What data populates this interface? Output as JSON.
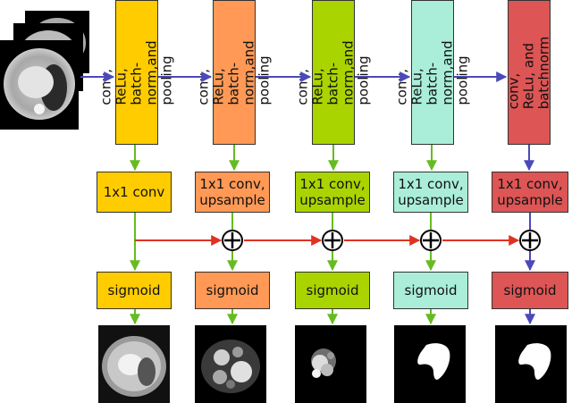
{
  "encoder_blocks": [
    {
      "label": "conv, ReLu, batch-\nnorm,and pooling",
      "color": "#ffcc00"
    },
    {
      "label": "conv, ReLu, batch-\nnorm,and pooling",
      "color": "#ff9955"
    },
    {
      "label": "conv, ReLu, batch-\nnorm,and pooling",
      "color": "#aad400"
    },
    {
      "label": "conv, ReLu, batch-\nnorm,and pooling",
      "color": "#aaeeda"
    },
    {
      "label": "conv, ReLu, and\nbatchnorm",
      "color": "#dd5555"
    }
  ],
  "conv_blocks": [
    {
      "label": "1x1 conv"
    },
    {
      "label": "1x1 conv,\nupsample"
    },
    {
      "label": "1x1 conv,\nupsample"
    },
    {
      "label": "1x1 conv,\nupsample"
    },
    {
      "label": "1x1 conv,\nupsample"
    }
  ],
  "sigmoid_blocks": [
    {
      "label": "sigmoid"
    },
    {
      "label": "sigmoid"
    },
    {
      "label": "sigmoid"
    },
    {
      "label": "sigmoid"
    },
    {
      "label": "sigmoid"
    }
  ],
  "colors": {
    "blue_arrow": "#4a4ab8",
    "green_arrow": "#66bb22",
    "red_arrow": "#dd3322"
  }
}
